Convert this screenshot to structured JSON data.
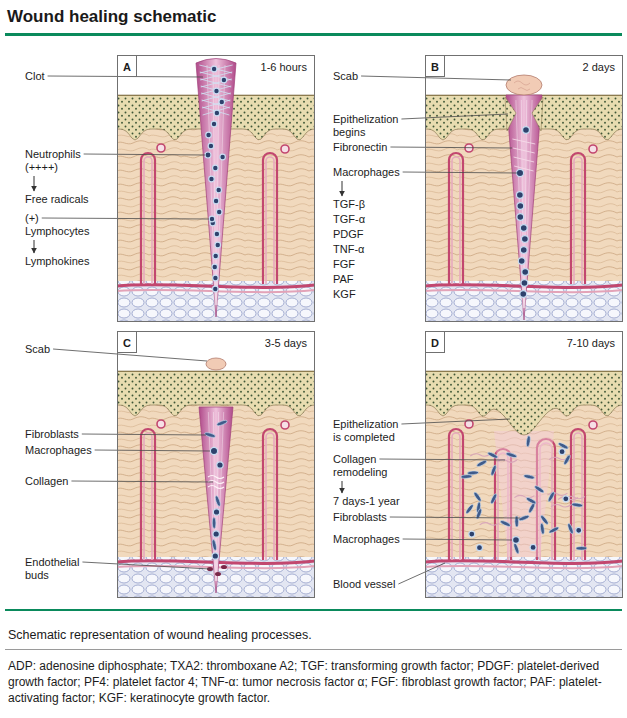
{
  "diagram": {
    "title": "Wound healing schematic",
    "caption": "Schematic representation of wound healing processes.",
    "nodes": [
      {
        "text": [
          "1-6 hours"
        ]
      },
      {
        "text": [
          "A"
        ],
        "in": 0
      },
      {
        "text": [
          "2 days"
        ]
      },
      {
        "text": [
          "B"
        ],
        "in": 2
      },
      {
        "text": [
          "3-5 days"
        ]
      },
      {
        "text": [
          "C"
        ],
        "in": 4
      },
      {
        "text": [
          "7-10 days"
        ]
      },
      {
        "text": [
          "D"
        ],
        "in": 6
      }
    ],
    "labels": [
      "Clot",
      "Neutrophils (++++)",
      "Free radicals",
      "(+) Lymphocytes",
      "Lymphokines",
      "Scab",
      "Epithelization begins",
      "Fibronectin",
      "Macrophages",
      "TGF-β",
      "TGF-α",
      "PDGF",
      "TNF-α",
      "FGF",
      "PAF",
      "KGF",
      "Scab",
      "Fibroblasts",
      "Macrophages",
      "Collagen",
      "Endothelial buds",
      "Epithelization is completed",
      "Collagen remodeling",
      "7 days-1 year",
      "Fibroblasts",
      "Macrophages",
      "Blood vessel",
      "ADP: adenosine diphosphate; TXA2: thromboxane A2; TGF: transforming growth factor; PDGF: platelet-derived growth factor; PF4: platelet factor 4; TNF-α: tumor necrosis factor α; FGF: fibroblast growth factor; PAF: platelet-activating factor; KGF: keratinocyte growth factor."
    ]
  }
}
